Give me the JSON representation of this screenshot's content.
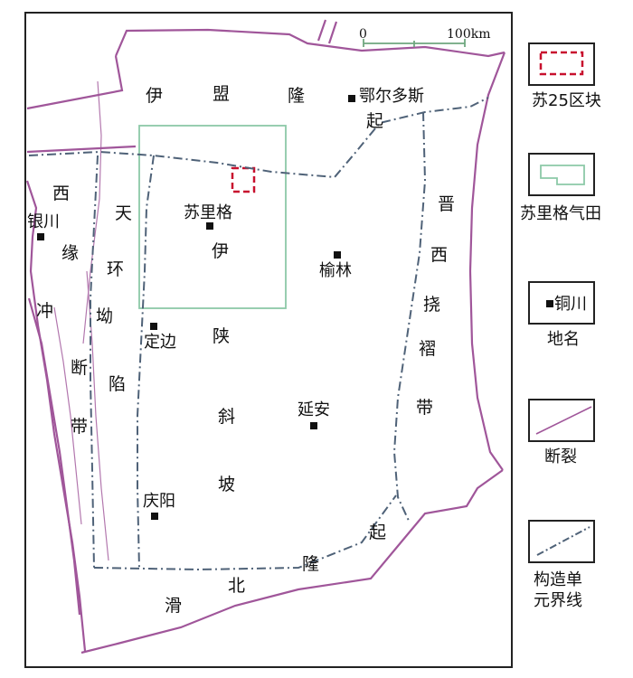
{
  "map": {
    "scale": {
      "zero": "0",
      "distance": "100km"
    },
    "region_labels": {
      "yimeng_1": "伊",
      "yimeng_2": "盟",
      "yimeng_3": "隆",
      "yimeng_4": "起",
      "xiyuan_1": "西",
      "xiyuan_2": "缘",
      "xiyuan_3": "冲",
      "xiyuan_4": "断",
      "xiyuan_5": "带",
      "tianhuan_1": "天",
      "tianhuan_2": "环",
      "tianhuan_3": "坳",
      "tianhuan_4": "陷",
      "yishan_1": "伊",
      "yishan_2": "陕",
      "yishan_3": "斜",
      "yishan_4": "坡",
      "jinxi_1": "晋",
      "jinxi_2": "西",
      "jinxi_3": "挠",
      "jinxi_4": "褶",
      "jinxi_5": "带",
      "weibei_1": "滑",
      "weibei_2": "北",
      "weibei_3": "隆",
      "weibei_4": "起"
    },
    "cities": {
      "erdos": "鄂尔多斯",
      "yinchuan": "银川",
      "sulige": "苏里格",
      "yulin": "榆林",
      "dingbian": "定边",
      "yanan": "延安",
      "qingyang": "庆阳"
    }
  },
  "legend": {
    "su25": "苏25区块",
    "sulige_field": "苏里格气田",
    "tongchuan": "铜川",
    "place_name": "地名",
    "fault": "断裂",
    "boundary_1": "构造单",
    "boundary_2": "元界线"
  },
  "colors": {
    "fault": "#a0569a",
    "boundary": "#4f6278",
    "field": "#8cc9a8",
    "block": "#c8102e",
    "frame": "#222222"
  }
}
